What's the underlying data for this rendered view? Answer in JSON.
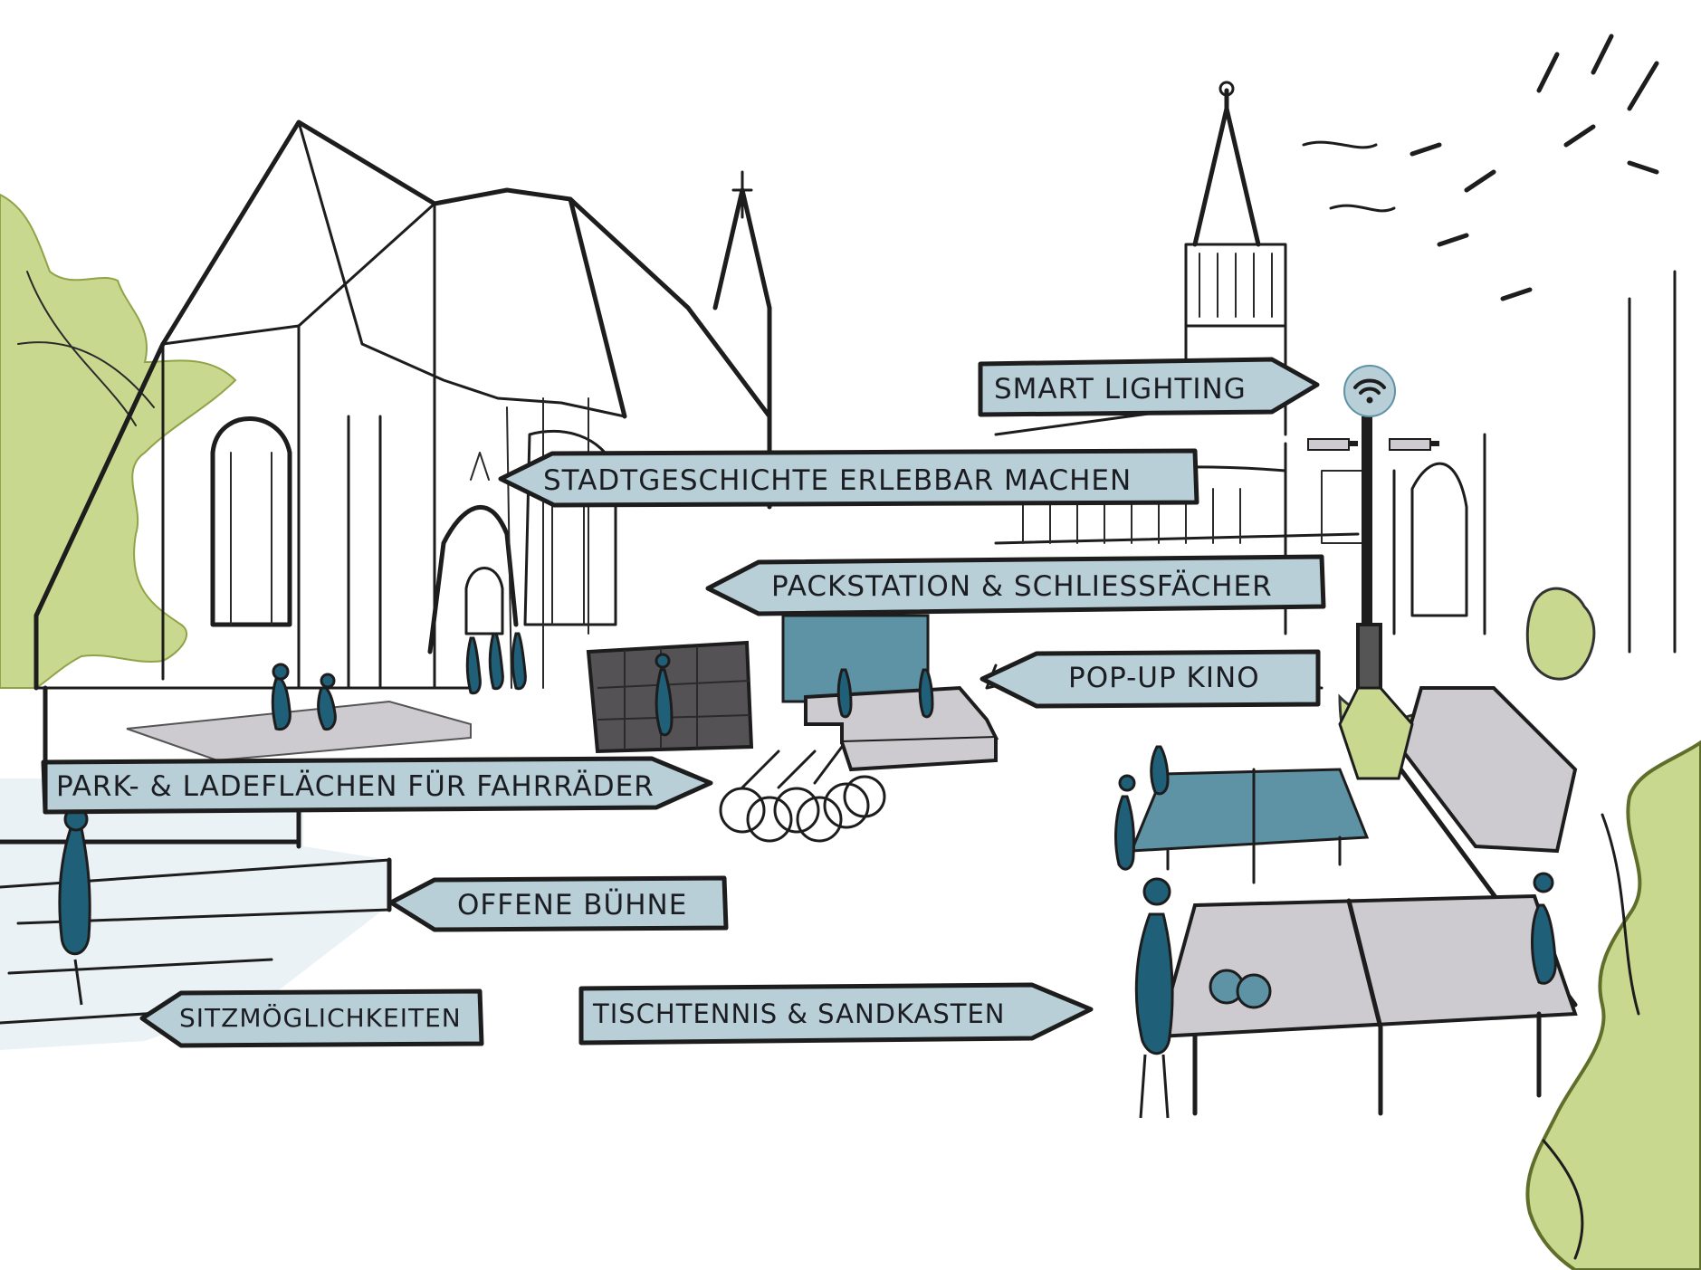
{
  "colors": {
    "sign_fill": "#b8cfd8",
    "accent_blue": "#5d93a5",
    "figure_blue": "#1f5f78",
    "green": "#c8d98f",
    "plaza_gray": "#cdcbcf",
    "ink": "#1d1d1d"
  },
  "signs": {
    "smart_lighting": "SMART LIGHTING",
    "stadtgeschichte": "STADTGESCHICHTE ERLEBBAR MACHEN",
    "packstation": "PACKSTATION & SCHLIESSFÄCHER",
    "popup_kino": "POP-UP KINO",
    "park_laden": "PARK- & LADEFLÄCHEN FÜR FAHRRÄDER",
    "offene_buehne": "OFFENE BÜHNE",
    "sitzmoeglichkeiten": "SITZMÖGLICHKEITEN",
    "tischtennis": "TISCHTENNIS & SANDKASTEN"
  },
  "icons": {
    "wifi": "wifi-icon"
  }
}
